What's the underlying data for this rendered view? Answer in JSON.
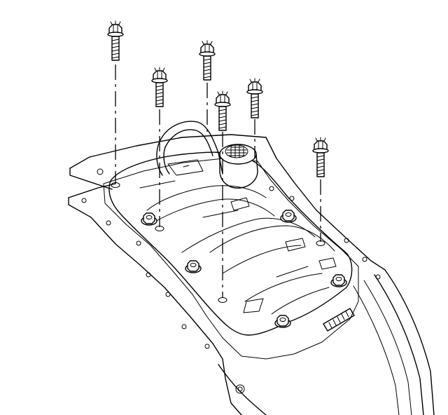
{
  "diagram": {
    "subject": "oil-pan-baffle-bolt-installation",
    "line_color": "#000000",
    "background_color": "#ffffff",
    "bolt_count": 6,
    "nut_count": 5
  }
}
